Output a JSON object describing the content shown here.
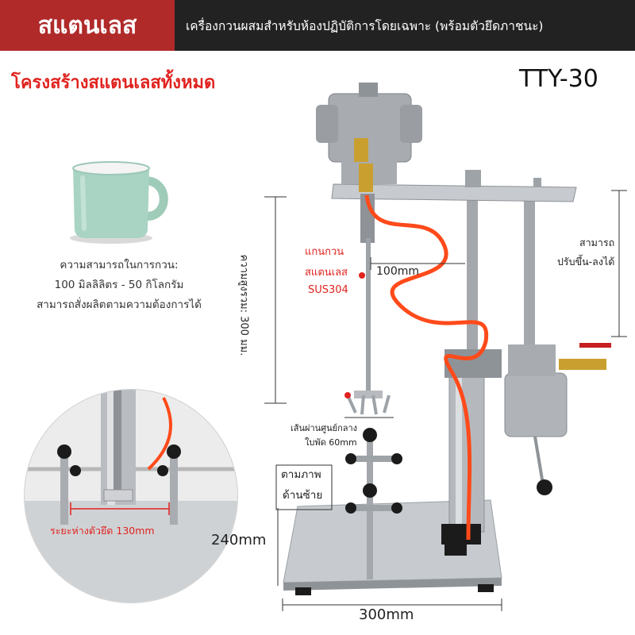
{
  "header": {
    "brand": "สแตนเลส",
    "description": "เครื่องกวนผสมสำหรับห้องปฏิบัติการโดยเฉพาะ (พร้อมตัวยึดภาชนะ)"
  },
  "subtitle": "โครงสร้างสแตนเลสทั้งหมด",
  "model": "TTY-30",
  "capacity": {
    "line1": "ความสามารถในการกวน:",
    "line2": "100 มิลลิลิตร - 50 กิโลกรัม",
    "line3": "สามารถสั่งผลิตตามความต้องการได้"
  },
  "dimensions": {
    "height": "ความสูงรวม: 300 มม.",
    "base_depth": "240mm",
    "base_width": "300mm",
    "shaft_offset": "100mm"
  },
  "shaft": {
    "line1": "แกนกวน",
    "line2": "สแตนเลส",
    "line3": "SUS304"
  },
  "adjust": {
    "line1": "สามารถ",
    "line2": "ปรับขึ้น-ลงได้"
  },
  "impeller": {
    "line1": "เส้นผ่านศูนย์กลาง",
    "line2": "ใบพัด 60mm"
  },
  "clamp_note": {
    "line1": "ตามภาพ",
    "line2": "ด้านซ้าย"
  },
  "inset": {
    "clamp_spacing": "ระยะห่างตัวยึด 130mm"
  },
  "colors": {
    "header_red": "#b02a2a",
    "header_dark": "#222222",
    "accent_red": "#e0231f",
    "hose_orange": "#ff4a1a",
    "mug_green": "#a9d3c3"
  }
}
